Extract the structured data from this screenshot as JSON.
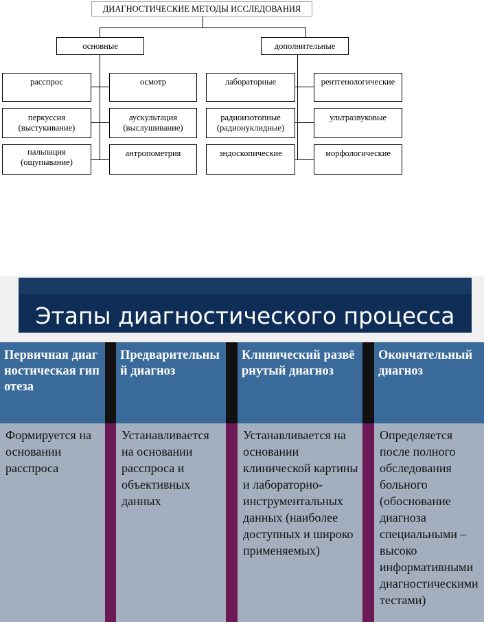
{
  "diagram": {
    "title": "ДИАГНОСТИЧЕСКИЕ МЕТОДЫ ИССЛЕДОВАНИЯ",
    "main": {
      "label": "основные",
      "items": [
        "расспрос",
        "осмотр",
        "перкуссия\n(выстукивание)",
        "аускультация\n(выслушивание)",
        "пальпация\n(ощупывание)",
        "антропометрия"
      ]
    },
    "additional": {
      "label": "дополнительные",
      "items": [
        "лабораторные",
        "рентгенологические",
        "радиоизотопные\n(радионуклидные)",
        "ультразвуковые",
        "эндоскопические",
        "морфологические"
      ]
    }
  },
  "slide": {
    "title": "Этапы диагностического процесса",
    "colors": {
      "header_bg": "#0f2e57",
      "column_head_bg": "#3a6a9a",
      "column_body_bg": "#a3afbe",
      "divider_body": "#6b1a55"
    },
    "columns": [
      {
        "head": "Первичная диагностическая гипотеза",
        "body": "Формируется на основании расспроса"
      },
      {
        "head": "Предварительный диагноз",
        "body": "Устанавливается на основании расспроса и объективных данных"
      },
      {
        "head": "Клинический развёрнутый диагноз",
        "body": "Устанавливается на основании клинической картины и лабораторно-инструментальных данных (наиболее доступных и широко применяемых)"
      },
      {
        "head": "Окончательный диагноз",
        "body": "Определяется после полного обследования больного (обоснование диагноза специальными – высоко информативными диагностическими тестами)"
      }
    ]
  }
}
